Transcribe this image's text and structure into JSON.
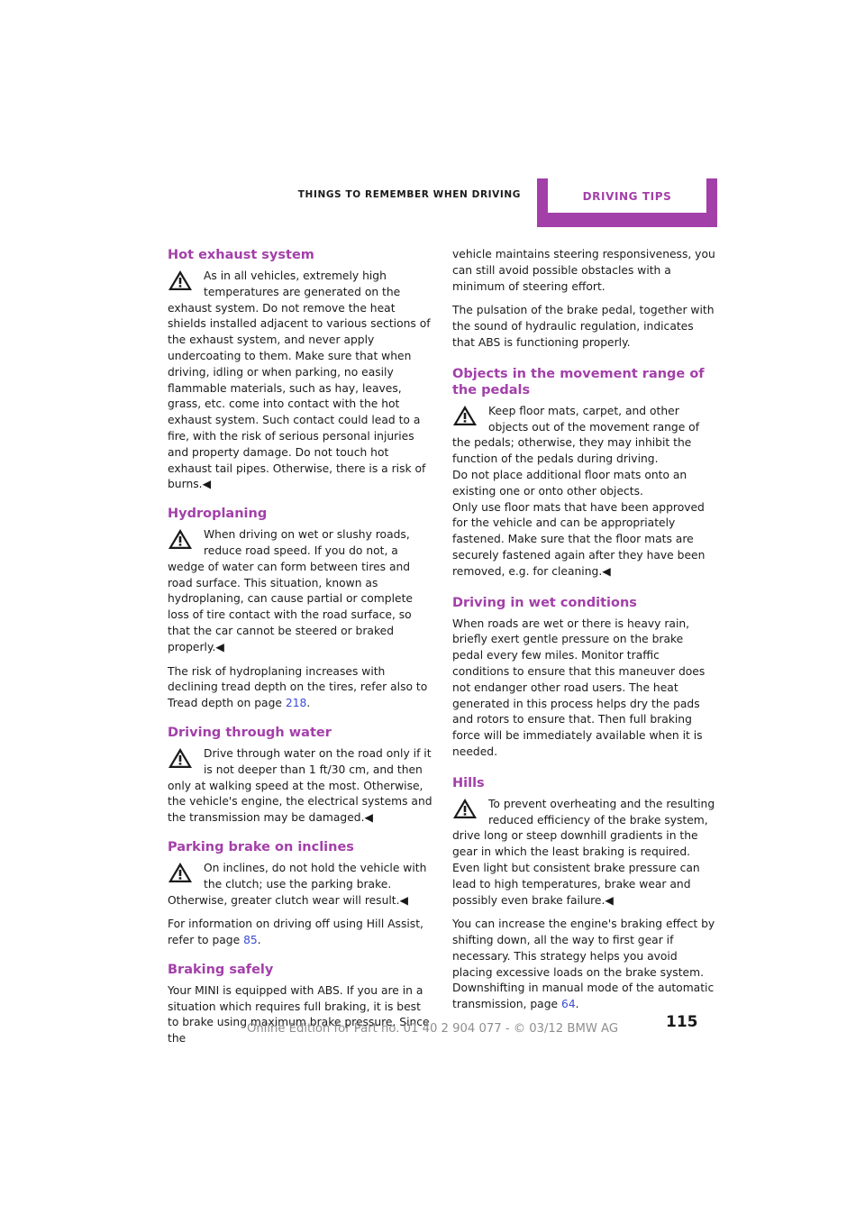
{
  "header": {
    "section": "Things to remember when driving",
    "tab": "Driving tips"
  },
  "left_column": {
    "hot_exhaust": {
      "title": "Hot exhaust system",
      "warning": "As in all vehicles, extremely high temperatures are generated on the exhaust system. Do not remove the heat shields installed adjacent to various sections of the exhaust system, and never apply undercoating to them. Make sure that when driving, idling or when parking, no easily flammable materials, such as hay, leaves, grass, etc. come into contact with the hot exhaust system. Such contact could lead to a fire, with the risk of serious personal injuries and property damage. Do not touch hot exhaust tail pipes. Otherwise, there is a risk of burns."
    },
    "hydroplaning": {
      "title": "Hydroplaning",
      "warning": "When driving on wet or slushy roads, reduce road speed. If you do not, a wedge of water can form between tires and road surface. This situation, known as hydroplaning, can cause partial or complete loss of tire contact with the road surface, so that the car cannot be steered or braked properly.",
      "text": "The risk of hydroplaning increases with declining tread depth on the tires, refer also to Tread depth on page",
      "page_ref": "218"
    },
    "water": {
      "title": "Driving through water",
      "warning": "Drive through water on the road only if it is not deeper than 1 ft/30 cm, and then only at walking speed at the most. Otherwise, the vehicle's engine, the electrical systems and the transmission may be damaged."
    },
    "parking_brake": {
      "title": "Parking brake on inclines",
      "warning": "On inclines, do not hold the vehicle with the clutch; use the parking brake. Otherwise, greater clutch wear will result.",
      "text": "For information on driving off using Hill Assist, refer to page",
      "page_ref": "85"
    },
    "braking": {
      "title": "Braking safely",
      "text": "Your MINI is equipped with ABS. If you are in a situation which requires full braking, it is best to brake using maximum brake pressure. Since the"
    }
  },
  "right_column": {
    "braking_cont": "vehicle maintains steering responsiveness, you can still avoid possible obstacles with a minimum of steering effort.",
    "braking_pulsation": "The pulsation of the brake pedal, together with the sound of hydraulic regulation, indicates that ABS is functioning properly.",
    "pedals": {
      "title_line1": "Objects in the movement range of",
      "title_line2": "the pedals",
      "warning_1": "Keep floor mats, carpet, and other objects out of the movement range of the pedals; otherwise, they may inhibit the function of the pedals during driving.",
      "warning_2": "Do not place additional floor mats onto an existing one or onto other objects.",
      "warning_3": "Only use floor mats that have been approved for the vehicle and can be appropriately fastened. Make sure that the floor mats are securely fastened again after they have been removed, e.g. for cleaning."
    },
    "wet": {
      "title": "Driving in wet conditions",
      "text": "When roads are wet or there is heavy rain, briefly exert gentle pressure on the brake pedal every few miles. Monitor traffic conditions to ensure that this maneuver does not endanger other road users. The heat generated in this process helps dry the pads and rotors to ensure that. Then full braking force will be immediately available when it is needed."
    },
    "hills": {
      "title": "Hills",
      "warning": "To prevent overheating and the resulting reduced efficiency of the brake system, drive long or steep downhill gradients in the gear in which the least braking is required. Even light but consistent brake pressure can lead to high temperatures, brake wear and possibly even brake failure.",
      "text": "You can increase the engine's braking effect by shifting down, all the way to first gear if necessary. This strategy helps you avoid placing excessive loads on the brake system. Downshifting in manual mode of the automatic transmission, page",
      "page_ref": "64"
    }
  },
  "end_mark": "◀",
  "page_number": "115",
  "footer": "Online Edition for Part no. 01 40 2 904 077 - © 03/12 BMW AG",
  "colors": {
    "accent": "#a33fa9",
    "link": "#3b4bd6",
    "footer": "#8e8e8e"
  }
}
